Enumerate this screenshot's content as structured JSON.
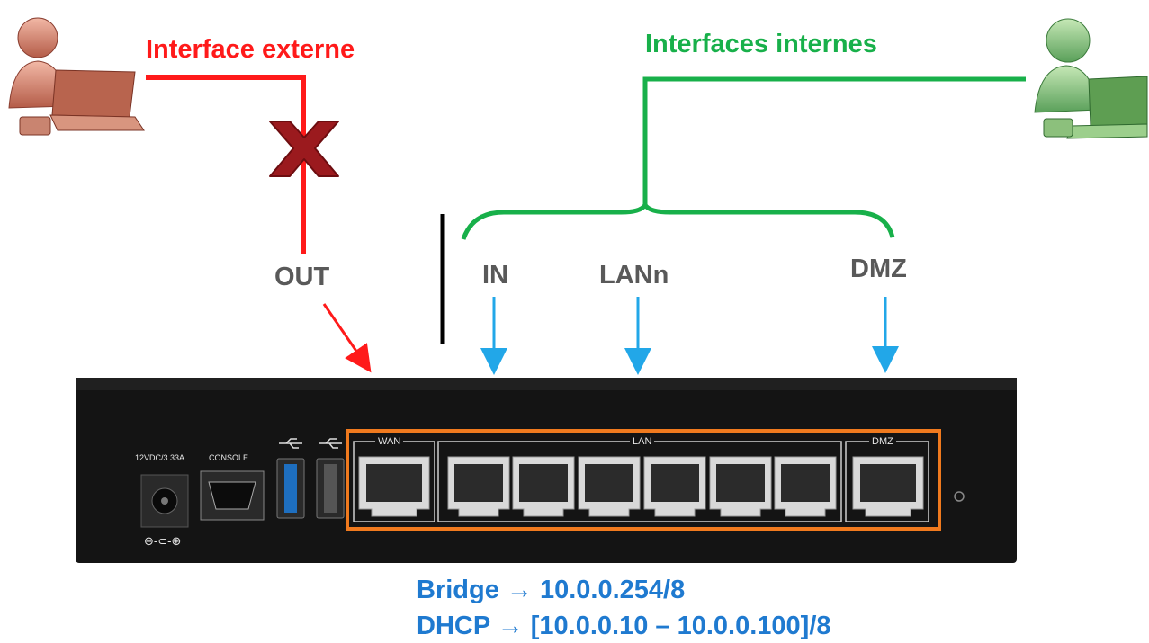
{
  "labels": {
    "external": "Interface externe",
    "internal": "Interfaces internes",
    "out": "OUT",
    "in": "IN",
    "lan": "LANn",
    "dmz": "DMZ"
  },
  "device": {
    "power_label": "12VDC/3.33A",
    "console_label": "CONSOLE",
    "wan_label": "WAN",
    "lan_label": "LAN",
    "dmz_label": "DMZ",
    "polarity_icon": "⊖-⊂-⊕"
  },
  "notes": {
    "bridge": "Bridge → 10.0.0.254/8",
    "dhcp": "DHCP → [10.0.0.10 – 10.0.0.100]/8"
  },
  "colors": {
    "external": "#ff1a1a",
    "internal": "#18b04a",
    "arrow_blue": "#22a7e8",
    "port_box": "#f07a1e",
    "note_blue": "#1f7ad0"
  },
  "icons": [
    "user-computer-red-icon",
    "user-computer-green-icon",
    "blocked-x-icon",
    "usb-icon"
  ]
}
